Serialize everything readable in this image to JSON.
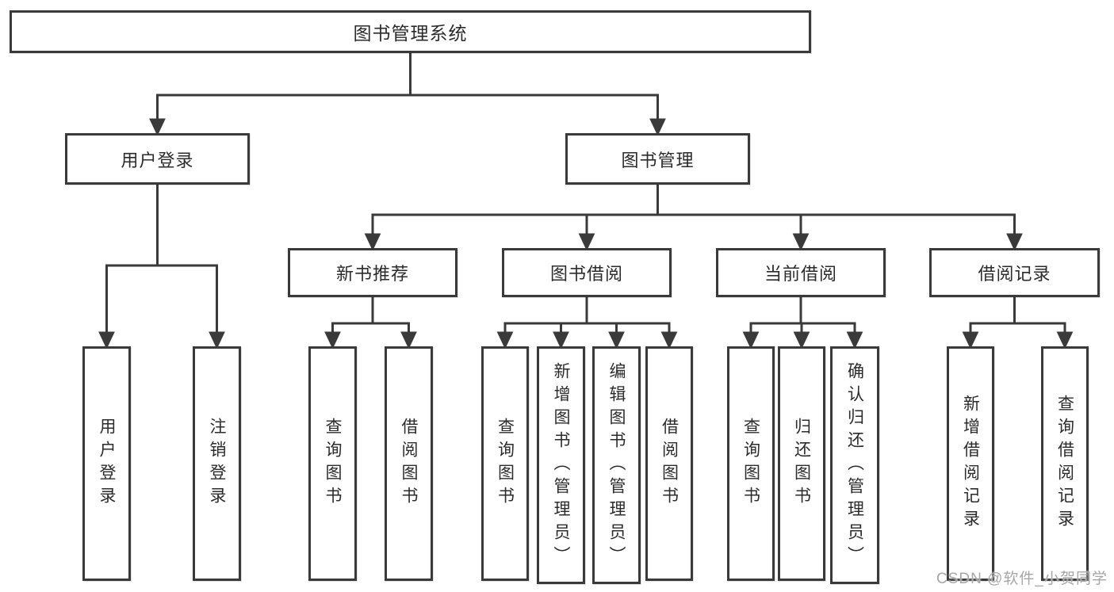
{
  "tree": {
    "root": "图书管理系统",
    "branches": [
      {
        "label": "用户登录",
        "leaves": [
          "用户登录",
          "注销登录"
        ]
      },
      {
        "label": "图书管理",
        "groups": [
          {
            "label": "新书推荐",
            "leaves": [
              "查询图书",
              "借阅图书"
            ]
          },
          {
            "label": "图书借阅",
            "leaves": [
              "查询图书",
              "新增图书（管理员）",
              "编辑图书（管理员）",
              "借阅图书"
            ]
          },
          {
            "label": "当前借阅",
            "leaves": [
              "查询图书",
              "归还图书",
              "确认归还（管理员）"
            ]
          },
          {
            "label": "借阅记录",
            "leaves": [
              "新增借阅记录",
              "查询借阅记录"
            ]
          }
        ]
      }
    ]
  },
  "watermark": {
    "text": "CSDN @软件_小贺同学"
  },
  "colors": {
    "line": "#3a3a3a",
    "box_border": "#3a3a3a",
    "box_background": "#ffffff",
    "text": "#2b2b2b",
    "watermark": "#a6a6a6"
  }
}
